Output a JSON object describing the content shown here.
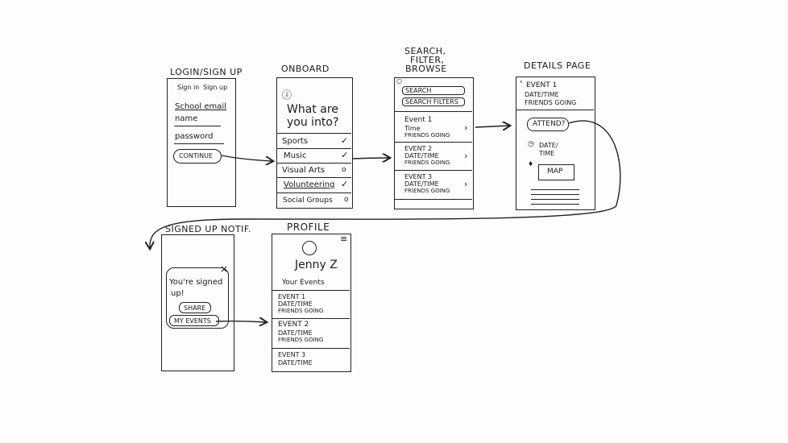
{
  "screens": {
    "login": {
      "title": "LOGIN/SIGN UP",
      "tab_signin": "Sign in",
      "tab_signup": "Sign up",
      "school_email": "School email",
      "name": "name",
      "password": "password",
      "continue": "CONTINUE"
    },
    "onboard": {
      "title": "ONBOARD",
      "prompt_line1": "What are",
      "prompt_line2": "you into?",
      "options": [
        {
          "label": "Sports",
          "mark": "✓"
        },
        {
          "label": "Music",
          "mark": "✓"
        },
        {
          "label": "Visual Arts",
          "mark": "o"
        },
        {
          "label": "Volunteering",
          "mark": "✓"
        },
        {
          "label": "Social Groups",
          "mark": "o"
        }
      ]
    },
    "browse": {
      "title_line1": "SEARCH,",
      "title_line2": "FILTER,",
      "title_line3": "BROWSE",
      "search": "SEARCH",
      "filter": "SEARCH FILTERS",
      "events": [
        {
          "name": "Event 1",
          "line2": "Time",
          "line3": "FRIENDS GOING"
        },
        {
          "name": "EVENT 2",
          "line2": "DATE/TIME",
          "line3": "FRIENDS GOING"
        },
        {
          "name": "EVENT 3",
          "line2": "DATE/TIME",
          "line3": "FRIENDS GOING"
        }
      ]
    },
    "details": {
      "title": "DETAILS PAGE",
      "event": "EVENT 1",
      "datetime": "DATE/TIME",
      "friends": "FRIENDS GOING",
      "attend": "ATTEND?",
      "date_line1": "DATE/",
      "date_line2": "TIME",
      "map": "MAP"
    },
    "signed_up": {
      "title": "SIGNED UP NOTIF.",
      "close": "×",
      "message_line1": "You're signed",
      "message_line2": "up!",
      "share": "SHARE",
      "my_events": "MY EVENTS"
    },
    "profile": {
      "title": "PROFILE",
      "menu": "≡",
      "name": "Jenny Z",
      "your_events": "Your Events",
      "events": [
        {
          "name": "EVENT 1",
          "line2": "DATE/TIME",
          "line3": "FRIENDS GOING"
        },
        {
          "name": "EVENT 2",
          "line2": "DATE/TIME",
          "line3": "FRIENDS GOING"
        },
        {
          "name": "EVENT 3",
          "line2": "DATE/TIME",
          "line3": ""
        }
      ]
    }
  }
}
